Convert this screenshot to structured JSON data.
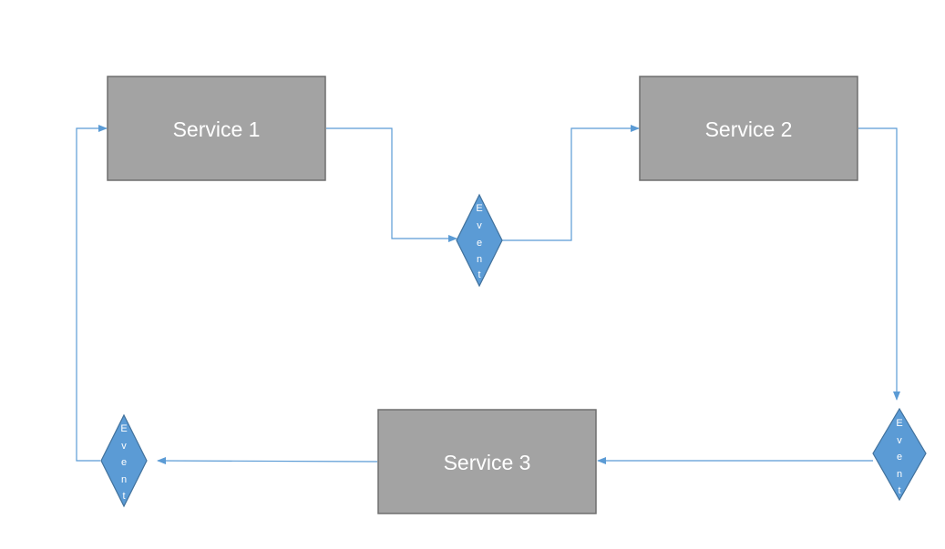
{
  "colors": {
    "service_fill": "#a3a3a3",
    "service_border": "#6f6f6f",
    "service_text": "#ffffff",
    "event_fill": "#5b9bd5",
    "event_border": "#41719c",
    "event_text": "#ffffff",
    "connector": "#5b9bd5"
  },
  "services": [
    {
      "label": "Service 1"
    },
    {
      "label": "Service 2"
    },
    {
      "label": "Service 3"
    }
  ],
  "events": [
    {
      "label": "Event",
      "letters": [
        "E",
        "v",
        "e",
        "n",
        "t"
      ]
    },
    {
      "label": "Event",
      "letters": [
        "E",
        "v",
        "e",
        "n",
        "t"
      ]
    },
    {
      "label": "Event",
      "letters": [
        "E",
        "v",
        "e",
        "n",
        "t"
      ]
    }
  ]
}
